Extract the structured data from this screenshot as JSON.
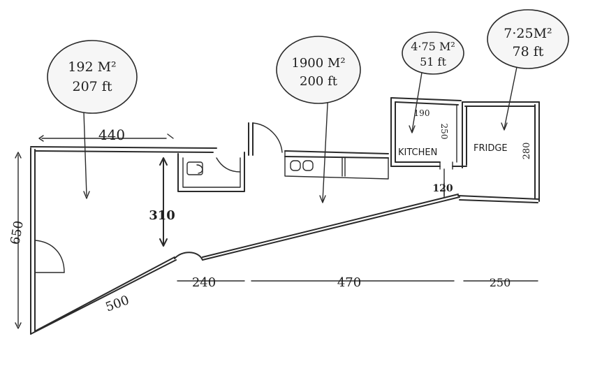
{
  "areas": {
    "living": {
      "line1": "192 M²",
      "line2": "207 ft"
    },
    "corridor": {
      "line1": "1900 M²",
      "line2": "200 ft"
    },
    "kitchen": {
      "line1": "4·75 M²",
      "line2": "51 ft"
    },
    "fridge": {
      "line1": "7·25M²",
      "line2": "78 ft"
    }
  },
  "rooms": {
    "kitchen": "KITCHEN",
    "fridge": "FRIDGE"
  },
  "dimensions": {
    "top_width": "440",
    "left_height": "650",
    "depth": "310",
    "diagonal": "500",
    "bottom_a": "240",
    "bottom_b": "470",
    "bottom_c": "250",
    "kitchen_top": "190",
    "kitchen_side": "250",
    "fridge_side": "280",
    "step": "120"
  }
}
